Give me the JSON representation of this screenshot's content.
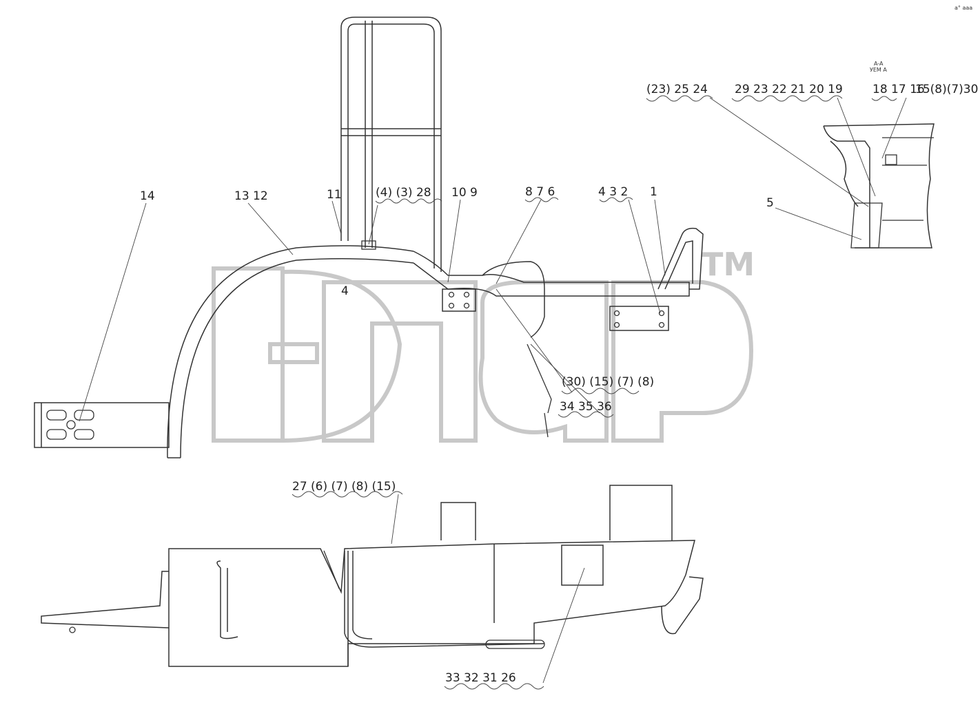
{
  "callouts": [
    {
      "id": "14",
      "text": "14"
    },
    {
      "id": "13-12",
      "text": "13 12"
    },
    {
      "id": "11",
      "text": "11"
    },
    {
      "id": "4p-3p-28",
      "text": "(4)  (3)  28"
    },
    {
      "id": "10-9",
      "text": "10 9"
    },
    {
      "id": "8-7-6",
      "text": "8  7  6"
    },
    {
      "id": "4-3-2",
      "text": "4  3  2"
    },
    {
      "id": "1",
      "text": "1"
    },
    {
      "id": "30p-15p-7p-8p",
      "text": "(30) (15)  (7)  (8)"
    },
    {
      "id": "34-35-36",
      "text": "34  35  36"
    },
    {
      "id": "27-6p-7p-8p-15p",
      "text": "27  (6)  (7)  (8)  (15)"
    },
    {
      "id": "33-32-31-26",
      "text": "33   32   31   26"
    },
    {
      "id": "23p-25-24",
      "text": "(23)  25   24"
    },
    {
      "id": "29-23-22-21-20-19",
      "text": "29  23  22  21  20   19"
    },
    {
      "id": "18-17-16",
      "text": "18 17 16"
    },
    {
      "id": "15p-8p-7p-30",
      "text": "15(8)(7)30"
    },
    {
      "id": "5",
      "text": "5"
    },
    {
      "id": "inline-4",
      "text": "4"
    }
  ],
  "view_label": {
    "line1": "A-A",
    "line2": "УЕМ А"
  },
  "corner_mark": "a° aaa",
  "watermark": {
    "brand": "эпф",
    "tm": "TM"
  }
}
